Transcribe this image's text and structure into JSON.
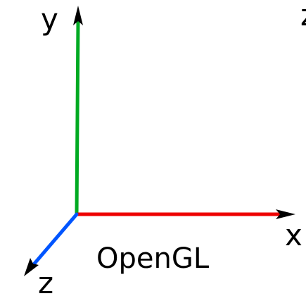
{
  "axes": {
    "x": {
      "label": "x",
      "color": "#ee0000"
    },
    "y": {
      "label": "y",
      "color": "#00aa22"
    },
    "z": {
      "label": "z",
      "color": "#0055ff"
    }
  },
  "title": "OpenGL",
  "edge_fragment": "z"
}
